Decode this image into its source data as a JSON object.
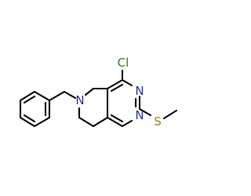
{
  "molecule": {
    "atoms": {
      "chlorine": "Cl",
      "ring_nitrogen_top": "N",
      "ring_nitrogen_bottom": "N",
      "amine_nitrogen": "N",
      "sulfur": "S"
    },
    "colors": {
      "bond": "#000000",
      "nitrogen": "#30309a",
      "chlorine": "#3a7a1e",
      "sulfur": "#9a8a10"
    }
  }
}
